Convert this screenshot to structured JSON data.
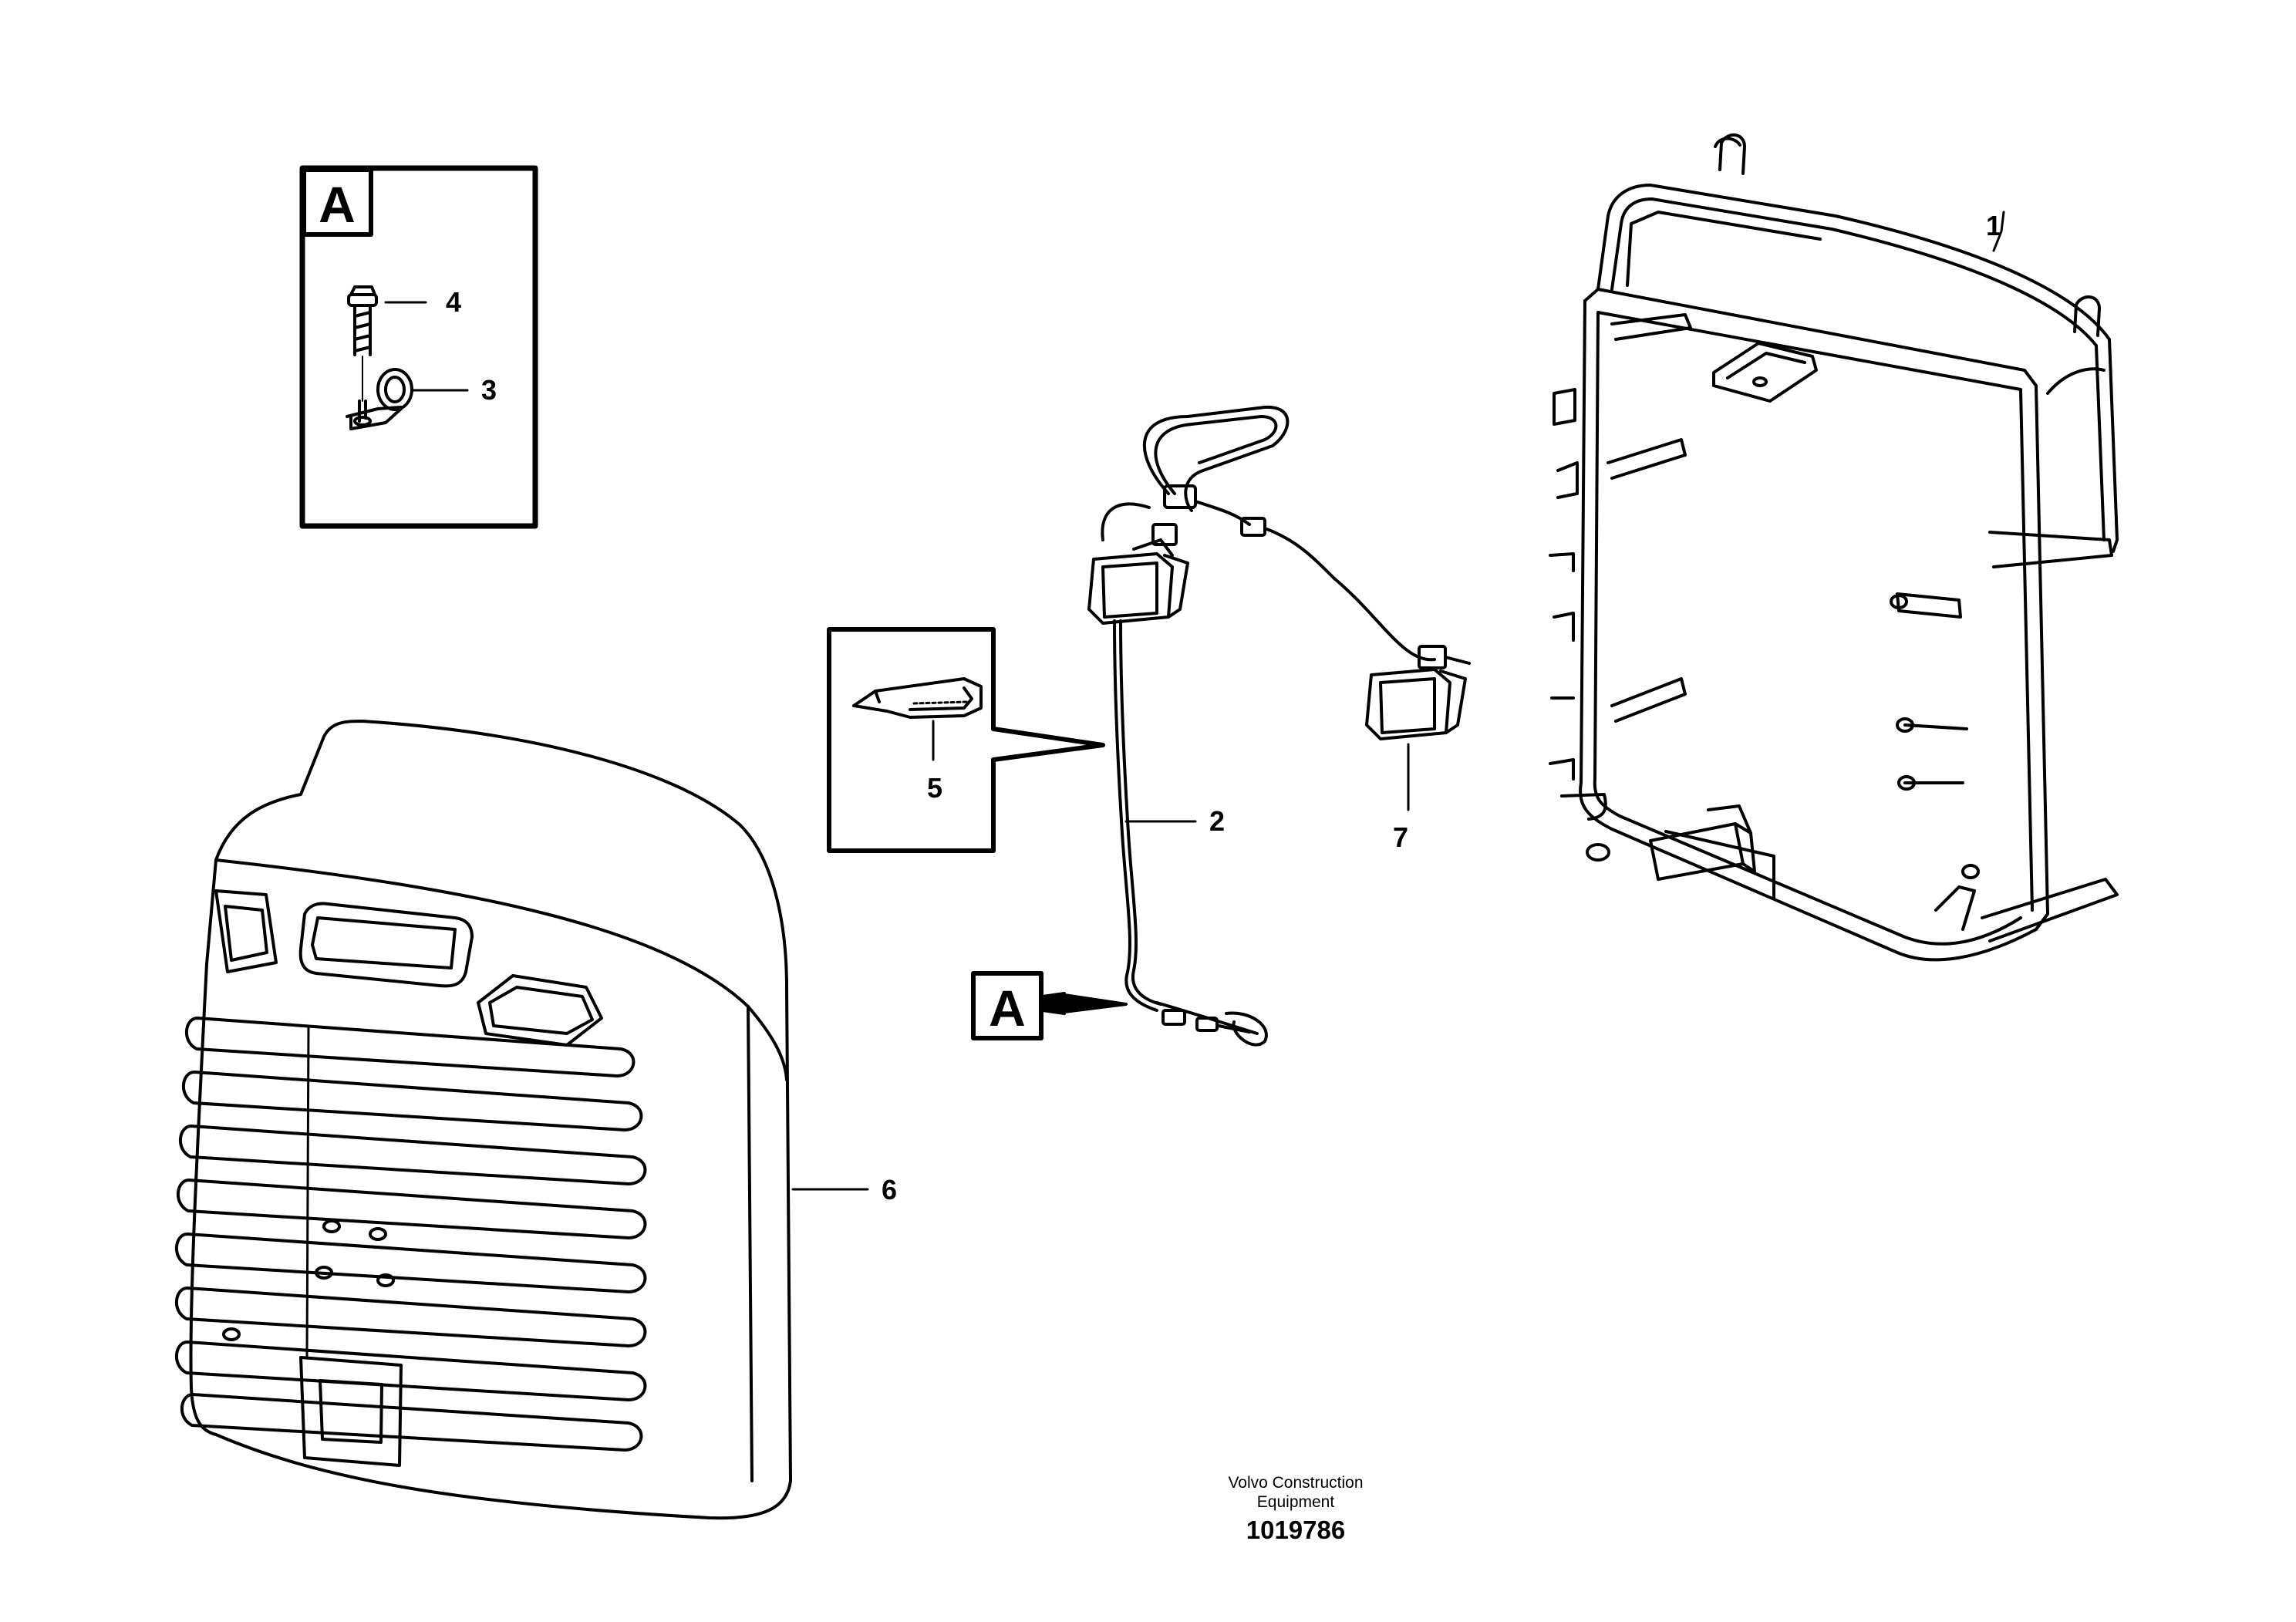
{
  "callouts": {
    "c1": "1",
    "c2": "2",
    "c3": "3",
    "c4": "4",
    "c5": "5",
    "c6": "6",
    "c7": "7"
  },
  "detail_label": "A",
  "reference_label": "A",
  "caption": {
    "company_line1": "Volvo Construction",
    "company_line2": "Equipment",
    "drawing_number": "1019786"
  }
}
